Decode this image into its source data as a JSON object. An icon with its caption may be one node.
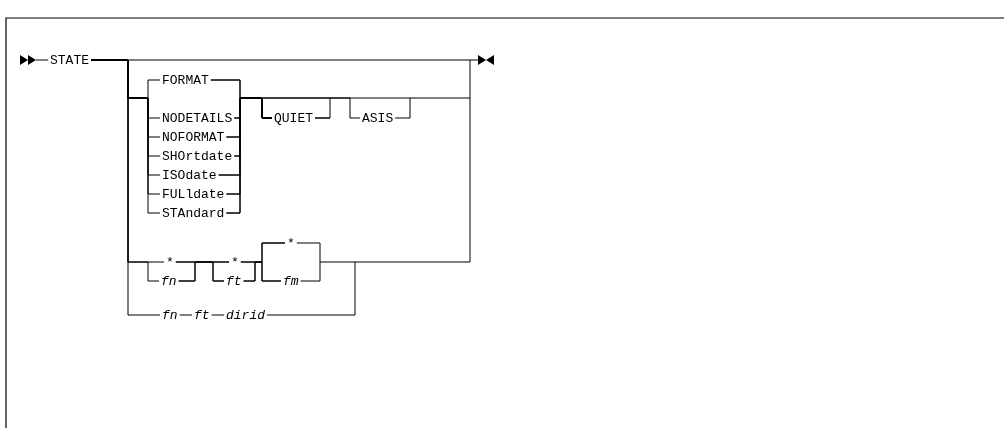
{
  "diagram": {
    "nodes": [
      {
        "text": [
          "STATE"
        ]
      },
      {
        "text": [
          "FORMAT"
        ]
      },
      {
        "text": [
          "NODETAILS"
        ]
      },
      {
        "text": [
          "NOFORMAT"
        ]
      },
      {
        "text": [
          "SHOrtdate"
        ]
      },
      {
        "text": [
          "ISOdate"
        ]
      },
      {
        "text": [
          "FULldate"
        ]
      },
      {
        "text": [
          "STAndard"
        ]
      },
      {
        "text": [
          "QUIET"
        ]
      },
      {
        "text": [
          "ASIS"
        ]
      },
      {
        "text": [
          "*"
        ]
      },
      {
        "text": [
          "fn"
        ]
      },
      {
        "text": [
          "*"
        ]
      },
      {
        "text": [
          "ft"
        ]
      },
      {
        "text": [
          "*"
        ]
      },
      {
        "text": [
          "fm"
        ]
      },
      {
        "text": [
          "fn"
        ]
      },
      {
        "text": [
          "ft"
        ]
      },
      {
        "text": [
          "dirid"
        ]
      }
    ],
    "edges": [
      {
        "from": 0,
        "to": 1,
        "arrow": "none"
      },
      {
        "from": 0,
        "to": 2,
        "arrow": "none"
      },
      {
        "from": 0,
        "to": 3,
        "arrow": "none"
      },
      {
        "from": 0,
        "to": 4,
        "arrow": "none"
      },
      {
        "from": 0,
        "to": 5,
        "arrow": "none"
      },
      {
        "from": 0,
        "to": 6,
        "arrow": "none"
      },
      {
        "from": 0,
        "to": 7,
        "arrow": "none"
      },
      {
        "from": 1,
        "to": 8,
        "arrow": "none"
      },
      {
        "from": 2,
        "to": 8,
        "arrow": "none"
      },
      {
        "from": 3,
        "to": 8,
        "arrow": "none"
      },
      {
        "from": 4,
        "to": 8,
        "arrow": "none"
      },
      {
        "from": 5,
        "to": 8,
        "arrow": "none"
      },
      {
        "from": 6,
        "to": 8,
        "arrow": "none"
      },
      {
        "from": 7,
        "to": 8,
        "arrow": "none"
      },
      {
        "from": 8,
        "to": 9,
        "arrow": "none"
      },
      {
        "from": 0,
        "to": 10,
        "arrow": "none"
      },
      {
        "from": 0,
        "to": 11,
        "arrow": "none"
      },
      {
        "from": 10,
        "to": 12,
        "arrow": "none"
      },
      {
        "from": 10,
        "to": 13,
        "arrow": "none"
      },
      {
        "from": 11,
        "to": 12,
        "arrow": "none"
      },
      {
        "from": 11,
        "to": 13,
        "arrow": "none"
      },
      {
        "from": 12,
        "to": 14,
        "arrow": "none"
      },
      {
        "from": 12,
        "to": 15,
        "arrow": "none"
      },
      {
        "from": 13,
        "to": 14,
        "arrow": "none"
      },
      {
        "from": 13,
        "to": 15,
        "arrow": "none"
      },
      {
        "from": 0,
        "to": 16,
        "arrow": "none"
      },
      {
        "from": 16,
        "to": 17,
        "arrow": "none"
      },
      {
        "from": 17,
        "to": 18,
        "arrow": "none"
      }
    ]
  }
}
